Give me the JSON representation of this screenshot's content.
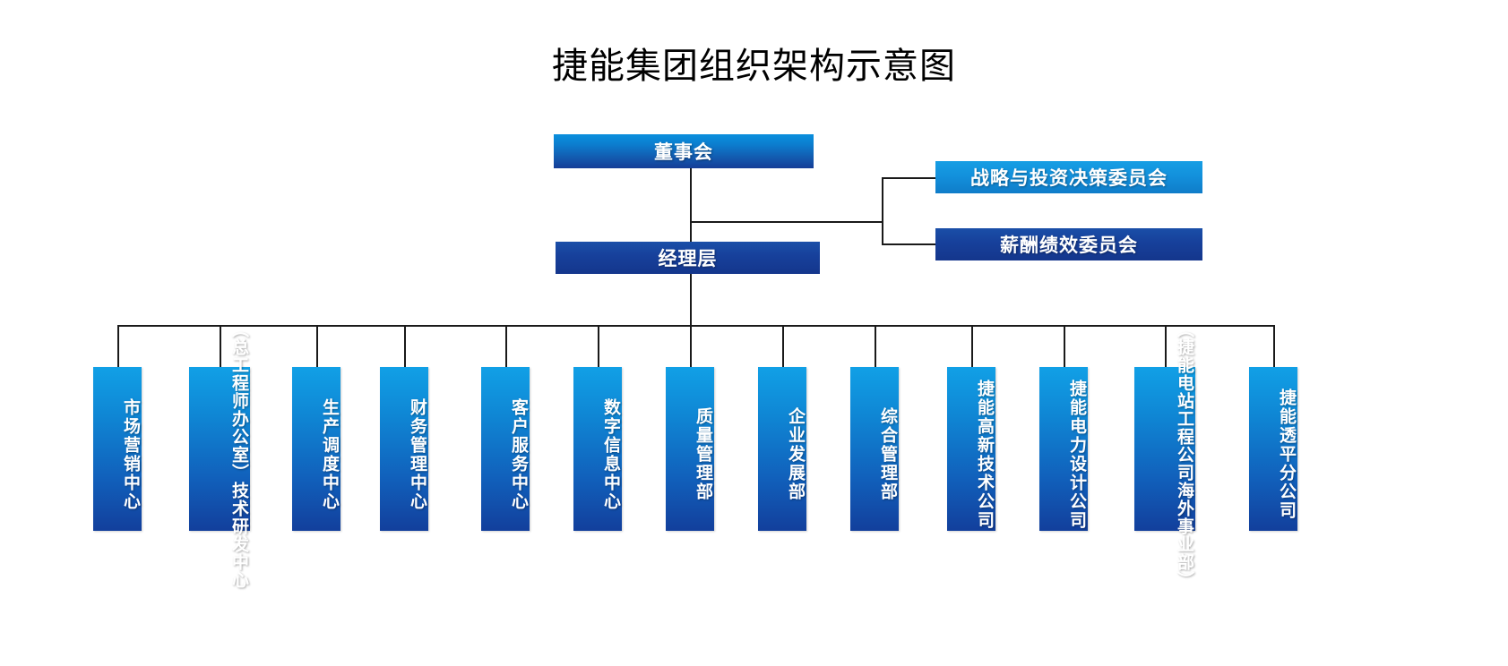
{
  "title": "捷能集团组织架构示意图",
  "nodes": {
    "board": "董事会",
    "management": "经理层",
    "committee_strategy": "战略与投资决策委员会",
    "committee_compensation": "薪酬绩效委员会"
  },
  "departments": [
    {
      "name": "市场营销中心",
      "columns": [
        "市场营销中心"
      ]
    },
    {
      "name": "技术研发中心（总工程师办公室）",
      "columns": [
        "（总工程师办公室）",
        "技术研发中心"
      ]
    },
    {
      "name": "生产调度中心",
      "columns": [
        "生产调度中心"
      ]
    },
    {
      "name": "财务管理中心",
      "columns": [
        "财务管理中心"
      ]
    },
    {
      "name": "客户服务中心",
      "columns": [
        "客户服务中心"
      ]
    },
    {
      "name": "数字信息中心",
      "columns": [
        "数字信息中心"
      ]
    },
    {
      "name": "质量管理部",
      "columns": [
        "质量管理部"
      ]
    },
    {
      "name": "企业发展部",
      "columns": [
        "企业发展部"
      ]
    },
    {
      "name": "综合管理部",
      "columns": [
        "综合管理部"
      ]
    },
    {
      "name": "捷能高新技术公司",
      "columns": [
        "捷能高新技术公司"
      ]
    },
    {
      "name": "捷能电力设计公司",
      "columns": [
        "捷能电力设计公司"
      ]
    },
    {
      "name": "捷能电站工程公司（海外事业部）",
      "columns": [
        "（捷能电站工程公司",
        "海外事业部）"
      ]
    },
    {
      "name": "捷能透平分公司",
      "columns": [
        "捷能透平分公司"
      ]
    }
  ],
  "colors": {
    "accent_light": "#11a0e6",
    "accent_dark": "#123f9c",
    "committee_bright": "#1391dc",
    "committee_navy": "#17419c",
    "line": "#1a1a1a",
    "text": "#ffffff",
    "title": "#000000",
    "background": "#ffffff"
  }
}
